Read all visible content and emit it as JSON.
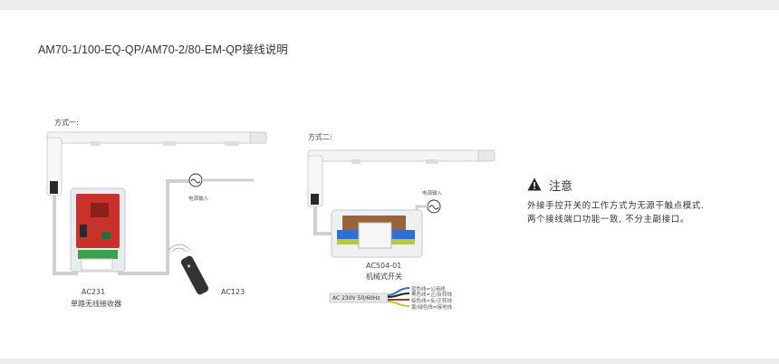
{
  "title": "AM70-1/100-EQ-QP/AM70-2/80-EM-QP接线说明",
  "method1": {
    "label": "方式一:",
    "power_label": "电源输入",
    "receiver_model": "AC231",
    "receiver_name": "单路无线接收器",
    "remote_model": "AC123"
  },
  "method2": {
    "label": "方式二:",
    "power_label": "电源输入",
    "switch_model": "AC504-01",
    "switch_name": "机械式开关",
    "cable_label": "AC 230V 50/60Hz",
    "wires": [
      "蓝色线=公用线",
      "黑色线=正/反转线",
      "棕色线=反/正转线",
      "黄/绿色线=接地线"
    ]
  },
  "note": {
    "title": "注意",
    "lines": [
      "外接手控开关的工作方式为无源干触点模式.",
      "两个接线端口功能一致, 不分主副接口。"
    ]
  },
  "colors": {
    "background": "#ececec",
    "panel": "#ffffff",
    "wire_blue": "#2e6fd0",
    "wire_black": "#222222",
    "wire_brown": "#8b4a1e",
    "wire_yellow_green": "#b7c93a",
    "receiver_red": "#c8322b",
    "warning": "#222222"
  },
  "icons": [
    "warning-icon",
    "power-input-icon"
  ]
}
